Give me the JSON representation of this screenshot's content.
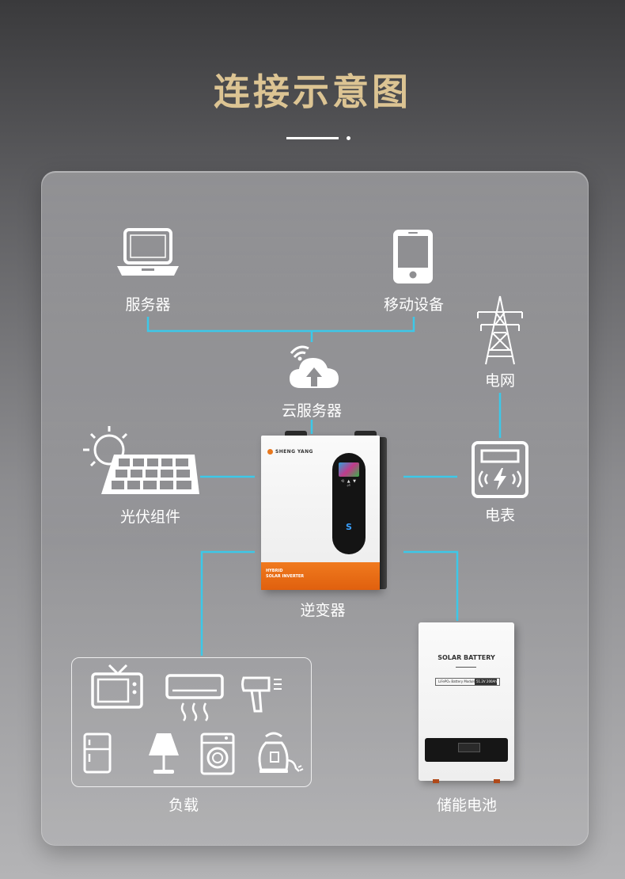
{
  "title": "连接示意图",
  "nodes": {
    "server": "服务器",
    "mobile": "移动设备",
    "cloud": "云服务器",
    "grid": "电网",
    "meter": "电表",
    "solar": "光伏组件",
    "inverter": "逆变器",
    "load": "负载",
    "battery": "储能电池"
  },
  "inverter": {
    "brand": "SHENG YANG",
    "product": "HYBRID\nSOLAR INVERTER",
    "panel_symbols": "⟲ ▲ ▼ ⏎"
  },
  "battery": {
    "title": "SOLAR BATTERY",
    "spec_left": "LiFePO₄ Battery Module",
    "spec_right": "51.2V 200Ah"
  },
  "colors": {
    "title": "#dcc493",
    "connector": "#3cc8e8",
    "inverter_accent": "#f07a1e"
  },
  "icons": {
    "server": "laptop-icon",
    "mobile": "smartphone-icon",
    "cloud": "cloud-upload-icon",
    "wifi": "wifi-icon",
    "grid": "power-tower-icon",
    "meter": "electric-meter-icon",
    "solar": "solar-panel-icon",
    "load": [
      "tv-icon",
      "air-conditioner-icon",
      "hair-dryer-icon",
      "refrigerator-icon",
      "lamp-icon",
      "washing-machine-icon",
      "kettle-icon"
    ]
  }
}
